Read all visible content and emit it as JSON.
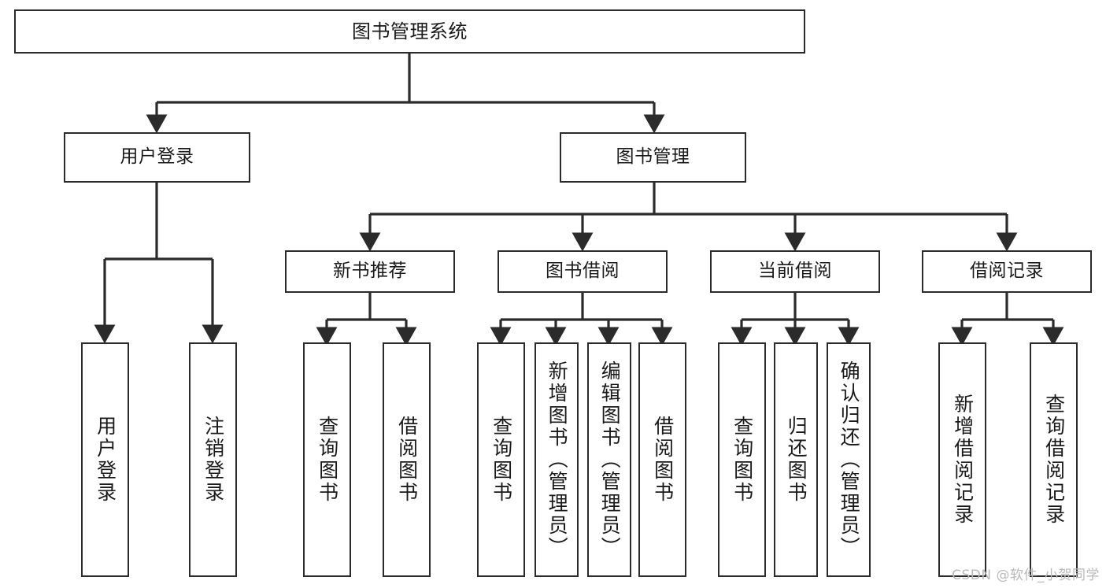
{
  "diagram": {
    "title": "图书管理系统",
    "type": "tree",
    "watermark": "CSDN @软件_小贺同学",
    "colors": {
      "box_border": "#2b2b2b",
      "box_fill": "#ffffff",
      "edge": "#2b2b2b",
      "text": "#1a1a1a",
      "watermark": "#b9b9b9",
      "background": "#ffffff"
    },
    "nodes": {
      "root": {
        "label": "图书管理系统",
        "orientation": "horizontal"
      },
      "user_login": {
        "label": "用户登录",
        "orientation": "horizontal"
      },
      "book_manage": {
        "label": "图书管理",
        "orientation": "horizontal"
      },
      "new_book_rec": {
        "label": "新书推荐",
        "orientation": "horizontal"
      },
      "book_borrow": {
        "label": "图书借阅",
        "orientation": "horizontal"
      },
      "current_borrow": {
        "label": "当前借阅",
        "orientation": "horizontal"
      },
      "borrow_record": {
        "label": "借阅记录",
        "orientation": "horizontal"
      },
      "leaf_user_login": {
        "label": "用户登录",
        "orientation": "vertical"
      },
      "leaf_logout": {
        "label": "注销登录",
        "orientation": "vertical"
      },
      "leaf_query_book_1": {
        "label": "查询图书",
        "orientation": "vertical"
      },
      "leaf_borrow_book_1": {
        "label": "借阅图书",
        "orientation": "vertical"
      },
      "leaf_query_book_2": {
        "label": "查询图书",
        "orientation": "vertical"
      },
      "leaf_add_book": {
        "label": "新增图书（管理员）",
        "orientation": "vertical"
      },
      "leaf_edit_book": {
        "label": "编辑图书（管理员）",
        "orientation": "vertical"
      },
      "leaf_borrow_book_2": {
        "label": "借阅图书",
        "orientation": "vertical"
      },
      "leaf_query_book_3": {
        "label": "查询图书",
        "orientation": "vertical"
      },
      "leaf_return_book": {
        "label": "归还图书",
        "orientation": "vertical"
      },
      "leaf_confirm_return": {
        "label": "确认归还（管理员）",
        "orientation": "vertical"
      },
      "leaf_add_record": {
        "label": "新增借阅记录",
        "orientation": "vertical"
      },
      "leaf_query_record": {
        "label": "查询借阅记录",
        "orientation": "vertical"
      }
    },
    "edges": [
      {
        "from": "root",
        "to": "user_login"
      },
      {
        "from": "root",
        "to": "book_manage"
      },
      {
        "from": "user_login",
        "to": "leaf_user_login"
      },
      {
        "from": "user_login",
        "to": "leaf_logout"
      },
      {
        "from": "book_manage",
        "to": "new_book_rec"
      },
      {
        "from": "book_manage",
        "to": "book_borrow"
      },
      {
        "from": "book_manage",
        "to": "current_borrow"
      },
      {
        "from": "book_manage",
        "to": "borrow_record"
      },
      {
        "from": "new_book_rec",
        "to": "leaf_query_book_1"
      },
      {
        "from": "new_book_rec",
        "to": "leaf_borrow_book_1"
      },
      {
        "from": "book_borrow",
        "to": "leaf_query_book_2"
      },
      {
        "from": "book_borrow",
        "to": "leaf_add_book"
      },
      {
        "from": "book_borrow",
        "to": "leaf_edit_book"
      },
      {
        "from": "book_borrow",
        "to": "leaf_borrow_book_2"
      },
      {
        "from": "current_borrow",
        "to": "leaf_query_book_3"
      },
      {
        "from": "current_borrow",
        "to": "leaf_return_book"
      },
      {
        "from": "current_borrow",
        "to": "leaf_confirm_return"
      },
      {
        "from": "borrow_record",
        "to": "leaf_add_record"
      },
      {
        "from": "borrow_record",
        "to": "leaf_query_record"
      }
    ]
  }
}
